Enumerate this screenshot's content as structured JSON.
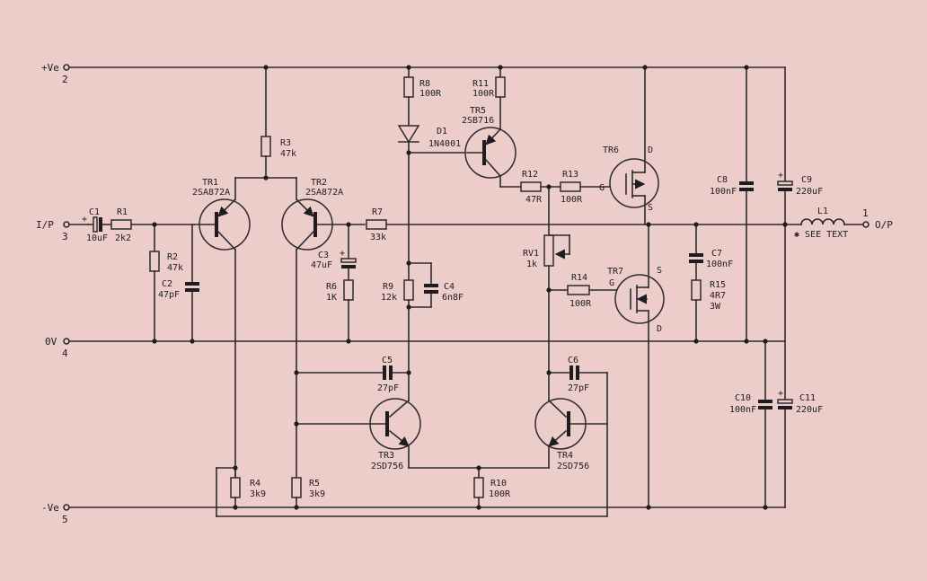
{
  "rails": {
    "pos": {
      "name": "+Ve",
      "pin": "2"
    },
    "input": {
      "name": "I/P",
      "pin": "3"
    },
    "gnd": {
      "name": "0V",
      "pin": "4"
    },
    "neg": {
      "name": "-Ve",
      "pin": "5"
    },
    "output": {
      "name": "O/P",
      "pin": "1"
    }
  },
  "components": {
    "C1": {
      "ref": "C1",
      "value": "10uF"
    },
    "R1": {
      "ref": "R1",
      "value": "2k2"
    },
    "R2": {
      "ref": "R2",
      "value": "47k"
    },
    "C2": {
      "ref": "C2",
      "value": "47pF"
    },
    "R3": {
      "ref": "R3",
      "value": "47k"
    },
    "TR1": {
      "ref": "TR1",
      "value": "2SA872A"
    },
    "TR2": {
      "ref": "TR2",
      "value": "2SA872A"
    },
    "R7": {
      "ref": "R7",
      "value": "33k"
    },
    "C3": {
      "ref": "C3",
      "value": "47uF"
    },
    "R6": {
      "ref": "R6",
      "value": "1K"
    },
    "R8": {
      "ref": "R8",
      "value": "100R"
    },
    "D1": {
      "ref": "D1",
      "value": "1N4001"
    },
    "R9": {
      "ref": "R9",
      "value": "12k"
    },
    "C4": {
      "ref": "C4",
      "value": "6n8F"
    },
    "R11": {
      "ref": "R11",
      "value": "100R"
    },
    "TR5": {
      "ref": "TR5",
      "value": "2SB716"
    },
    "R12": {
      "ref": "R12",
      "value": "47R"
    },
    "R13": {
      "ref": "R13",
      "value": "100R"
    },
    "TR6": {
      "ref": "TR6",
      "g": "G",
      "d": "D",
      "s": "S"
    },
    "RV1": {
      "ref": "RV1",
      "value": "1k"
    },
    "R14": {
      "ref": "R14",
      "value": "100R"
    },
    "TR7": {
      "ref": "TR7",
      "g": "G",
      "d": "D",
      "s": "S"
    },
    "C8": {
      "ref": "C8",
      "value": "100nF"
    },
    "C9": {
      "ref": "C9",
      "value": "220uF"
    },
    "C7": {
      "ref": "C7",
      "value": "100nF"
    },
    "R15": {
      "ref": "R15",
      "value": "4R7",
      "value2": "3W"
    },
    "L1": {
      "ref": "L1",
      "note": "✱ SEE TEXT"
    },
    "C5": {
      "ref": "C5",
      "value": "27pF"
    },
    "C6": {
      "ref": "C6",
      "value": "27pF"
    },
    "TR3": {
      "ref": "TR3",
      "value": "2SD756"
    },
    "TR4": {
      "ref": "TR4",
      "value": "2SD756"
    },
    "R4": {
      "ref": "R4",
      "value": "3k9"
    },
    "R5": {
      "ref": "R5",
      "value": "3k9"
    },
    "R10": {
      "ref": "R10",
      "value": "100R"
    },
    "C10": {
      "ref": "C10",
      "value": "100nF"
    },
    "C11": {
      "ref": "C11",
      "value": "220uF"
    }
  },
  "polarity": {
    "plus": "+"
  }
}
